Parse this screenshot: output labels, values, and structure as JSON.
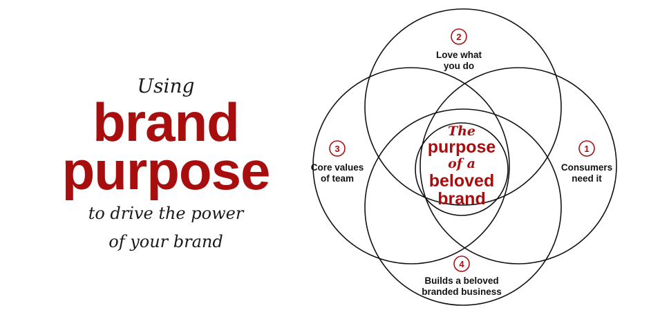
{
  "title": {
    "using": "Using",
    "line1": "brand",
    "line2": "purpose",
    "sub1": "to drive the power",
    "sub2": "of your brand"
  },
  "diagram": {
    "circles": [
      {
        "number": "1",
        "label_line1": "Consumers",
        "label_line2": "need it"
      },
      {
        "number": "2",
        "label_line1": "Love what",
        "label_line2": "you do"
      },
      {
        "number": "3",
        "label_line1": "Core values",
        "label_line2": "of team"
      },
      {
        "number": "4",
        "label_line1": "Builds a beloved",
        "label_line2": "branded business"
      }
    ],
    "center": {
      "line1": "The",
      "line2": "purpose",
      "line3": "of a",
      "line4": "beloved",
      "line5": "brand"
    }
  },
  "colors": {
    "accent": "#a80e0e",
    "text": "#111111",
    "background": "#ffffff"
  }
}
